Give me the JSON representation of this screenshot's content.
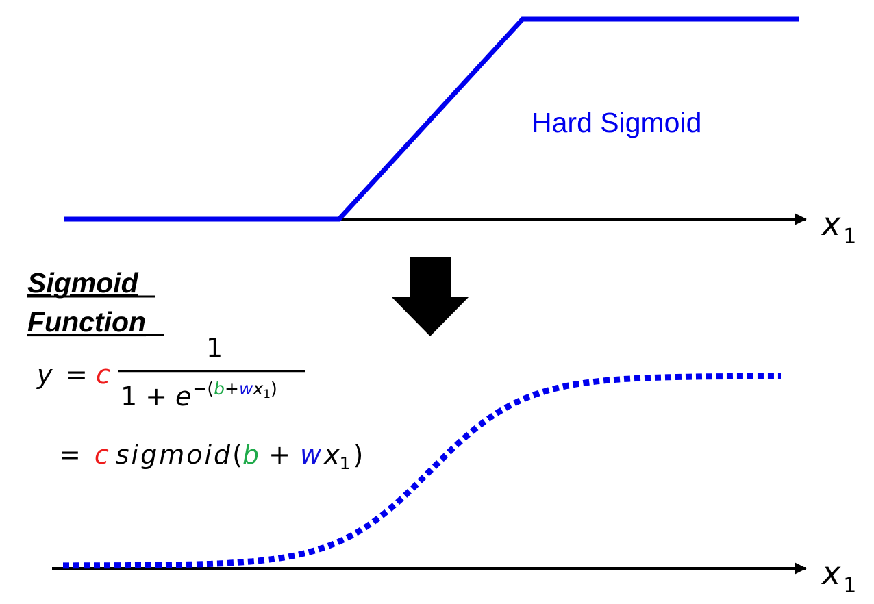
{
  "top_panel": {
    "curve_label": "Hard Sigmoid",
    "axis_label_main": "x",
    "axis_label_sub": "1"
  },
  "bottom_panel": {
    "axis_label_main": "x",
    "axis_label_sub": "1"
  },
  "title": {
    "line1": "Sigmoid",
    "line2": "Function"
  },
  "formula": {
    "lhs": "y",
    "equals": "=",
    "coef": "c",
    "numerator": "1",
    "denominator_one": "1",
    "plus": "+",
    "exp_base": "e",
    "exp_minus_paren": "−(",
    "exp_b": "b",
    "exp_plus": "+",
    "exp_w": "w",
    "exp_x": "x",
    "exp_sub": "1",
    "exp_close": ")",
    "line2_equals": "=",
    "line2_coef": "c",
    "line2_func": "sigmoid",
    "line2_open": "(",
    "line2_b": "b",
    "line2_plus": "+",
    "line2_w": "w",
    "line2_x": "x",
    "line2_sub": "1",
    "line2_close": ")"
  },
  "colors": {
    "curve": "#0000ee",
    "coef_c": "#ee1c1c",
    "bias_b": "#1faa4a",
    "weight_w": "#1010dd",
    "axis": "#000000"
  }
}
